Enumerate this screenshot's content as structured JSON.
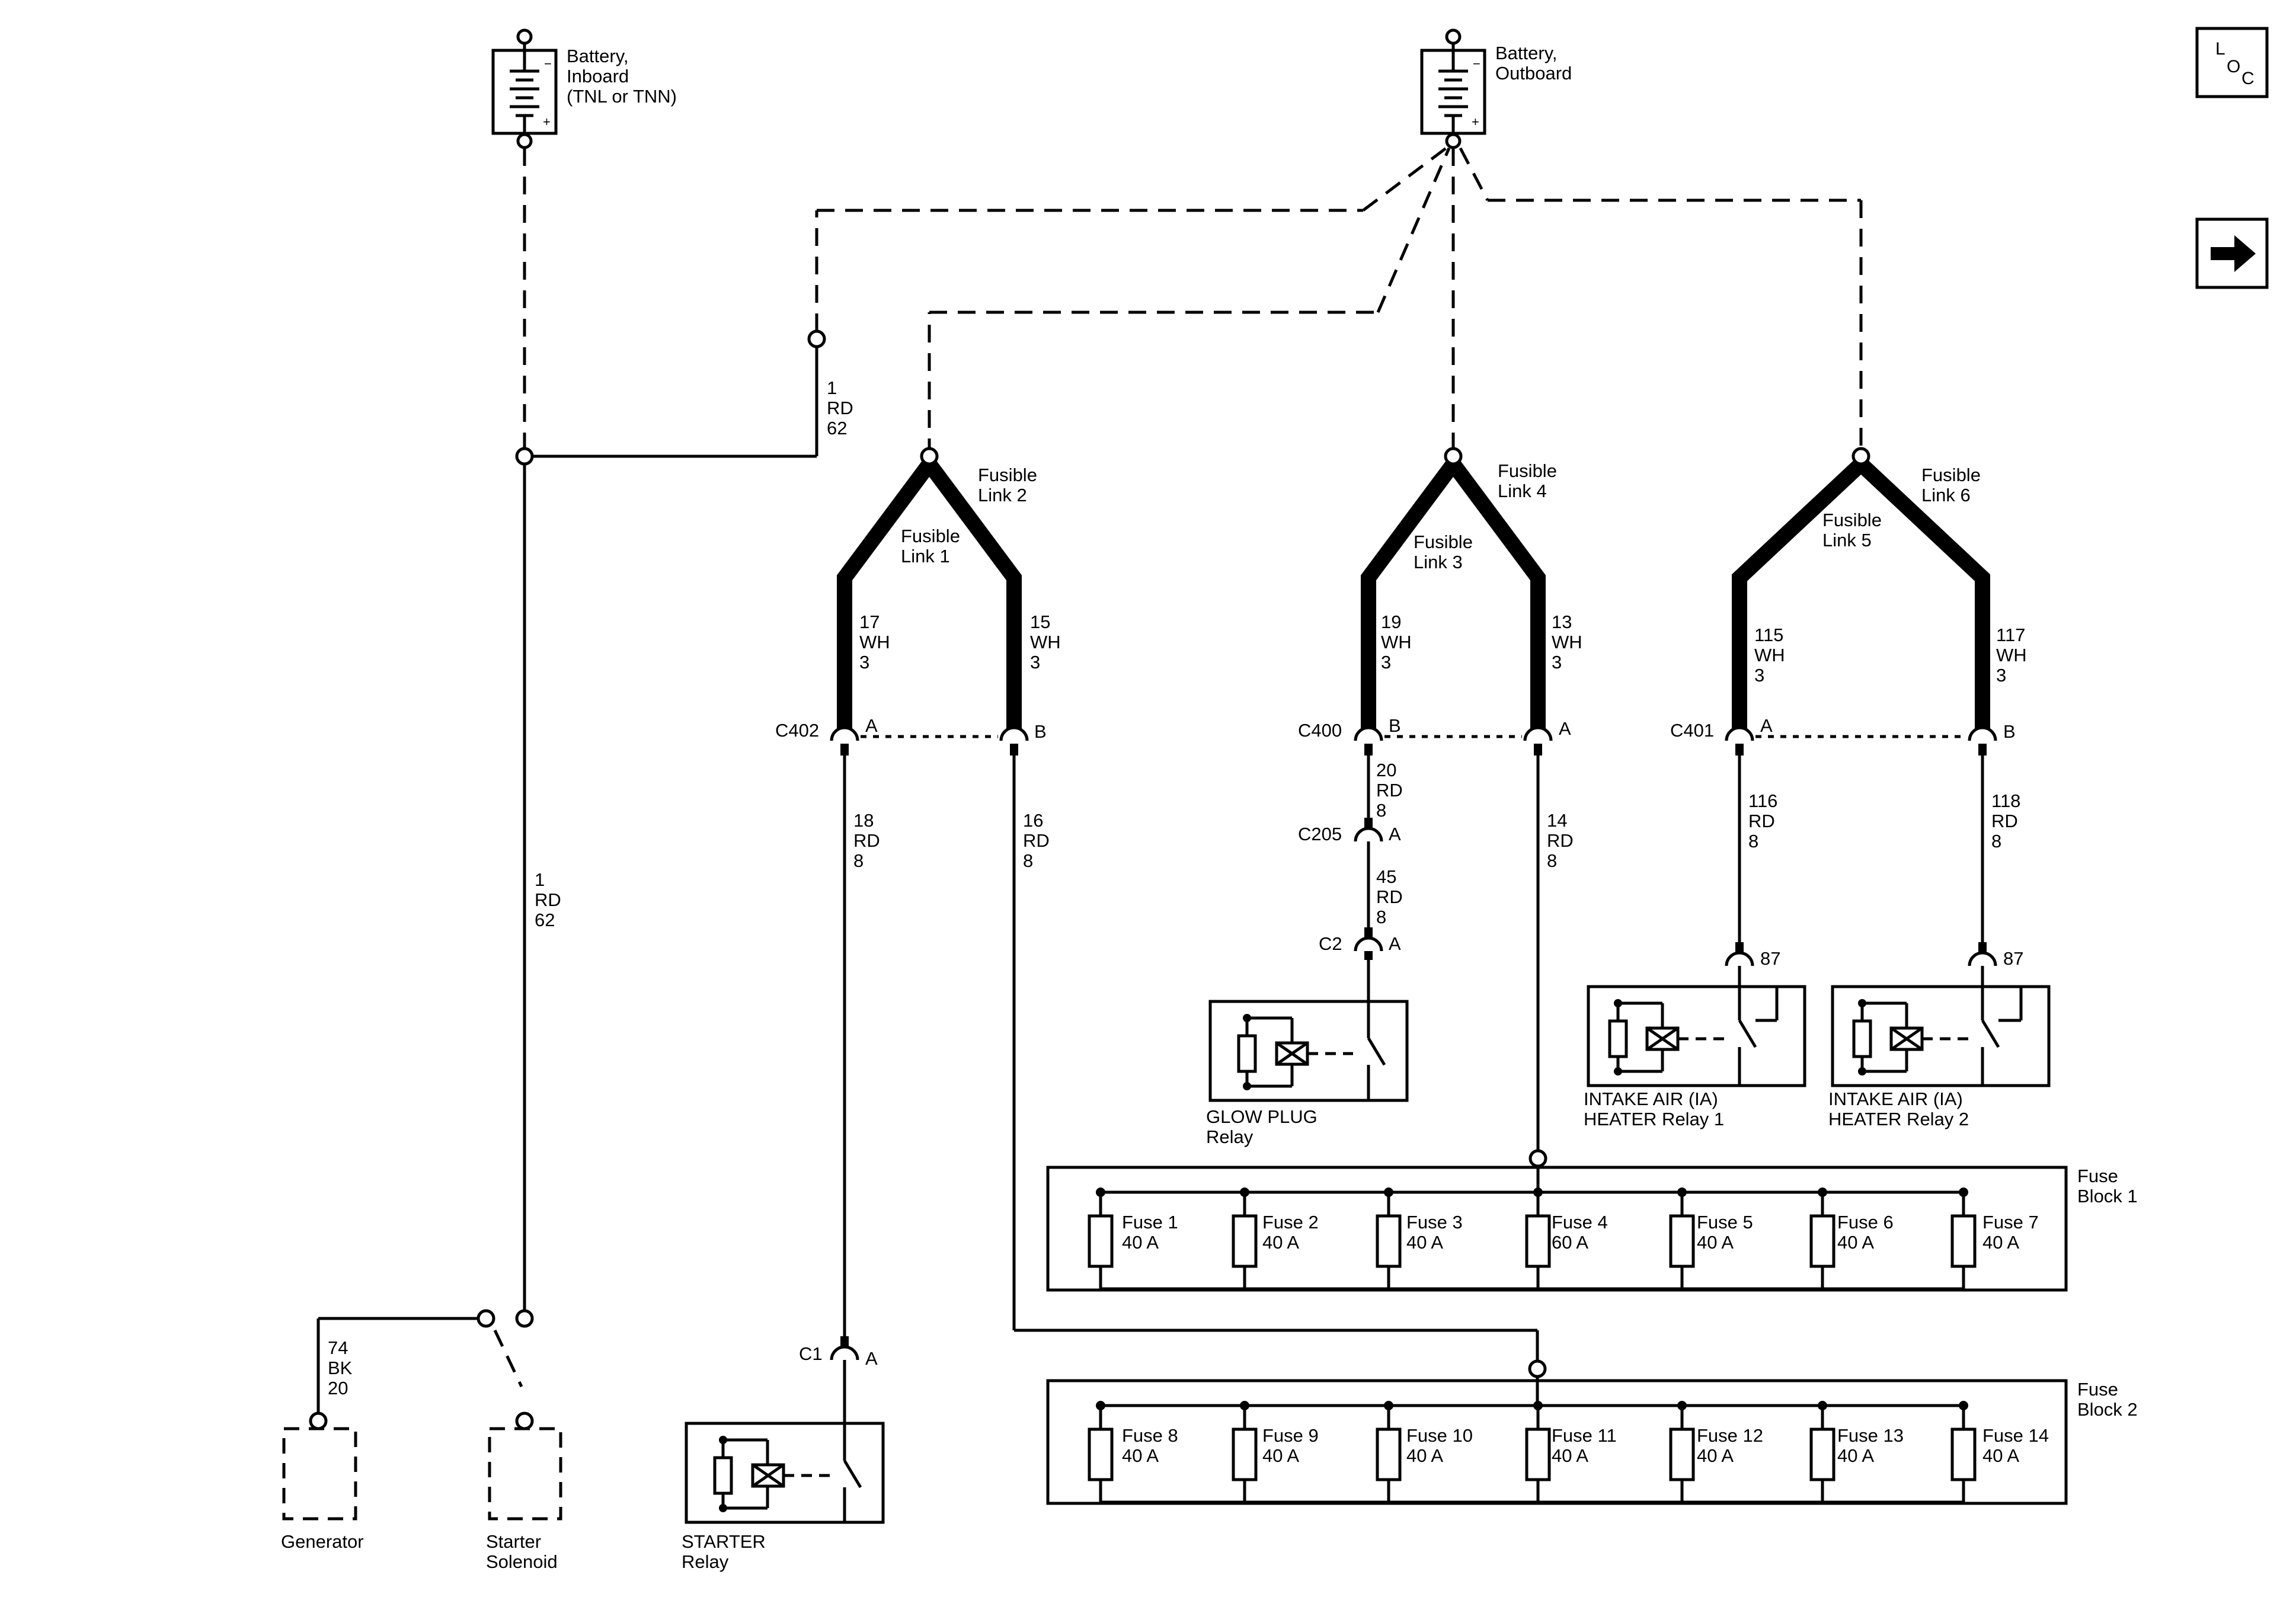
{
  "components": {
    "battery_inboard": [
      "Battery,",
      "Inboard",
      "(TNL or TNN)"
    ],
    "battery_outboard": [
      "Battery,",
      "Outboard"
    ],
    "generator": [
      "Generator"
    ],
    "starter_solenoid": [
      "Starter",
      "Solenoid"
    ],
    "starter_relay": [
      "STARTER",
      "Relay"
    ],
    "glow_plug_relay": [
      "GLOW PLUG",
      "Relay"
    ],
    "ia_heater_relay_1": [
      "INTAKE AIR (IA)",
      "HEATER Relay 1"
    ],
    "ia_heater_relay_2": [
      "INTAKE AIR (IA)",
      "HEATER Relay 2"
    ],
    "fuse_block_1": [
      "Fuse",
      "Block 1"
    ],
    "fuse_block_2": [
      "Fuse",
      "Block 2"
    ],
    "battery_minus": "−",
    "battery_plus": "+"
  },
  "fusible_links": {
    "link1": [
      "Fusible",
      "Link 1"
    ],
    "link2": [
      "Fusible",
      "Link 2"
    ],
    "link3": [
      "Fusible",
      "Link 3"
    ],
    "link4": [
      "Fusible",
      "Link 4"
    ],
    "link5": [
      "Fusible",
      "Link 5"
    ],
    "link6": [
      "Fusible",
      "Link 6"
    ]
  },
  "wires": {
    "w1_top": [
      "1",
      "RD",
      "62"
    ],
    "w1_main": [
      "1",
      "RD",
      "62"
    ],
    "w74": [
      "74",
      "BK",
      "20"
    ],
    "w17": [
      "17",
      "WH",
      "3"
    ],
    "w15": [
      "15",
      "WH",
      "3"
    ],
    "w19": [
      "19",
      "WH",
      "3"
    ],
    "w13": [
      "13",
      "WH",
      "3"
    ],
    "w115": [
      "115",
      "WH",
      "3"
    ],
    "w117": [
      "117",
      "WH",
      "3"
    ],
    "w18": [
      "18",
      "RD",
      "8"
    ],
    "w16": [
      "16",
      "RD",
      "8"
    ],
    "w20": [
      "20",
      "RD",
      "8"
    ],
    "w45": [
      "45",
      "RD",
      "8"
    ],
    "w14": [
      "14",
      "RD",
      "8"
    ],
    "w116": [
      "116",
      "RD",
      "8"
    ],
    "w118": [
      "118",
      "RD",
      "8"
    ]
  },
  "connectors": {
    "c402": "C402",
    "c402_a": "A",
    "c402_b": "B",
    "c400": "C400",
    "c400_b": "B",
    "c400_a": "A",
    "c401": "C401",
    "c401_a": "A",
    "c401_b": "B",
    "c205": "C205",
    "c205_a": "A",
    "c2": "C2",
    "c2_a": "A",
    "c1": "C1",
    "c1_a": "A",
    "pin87_1": "87",
    "pin87_2": "87"
  },
  "fuse_block_1_fuses": [
    {
      "name": "Fuse 1",
      "rating": "40 A"
    },
    {
      "name": "Fuse 2",
      "rating": "40 A"
    },
    {
      "name": "Fuse 3",
      "rating": "40 A"
    },
    {
      "name": "Fuse 4",
      "rating": "60 A"
    },
    {
      "name": "Fuse 5",
      "rating": "40 A"
    },
    {
      "name": "Fuse 6",
      "rating": "40 A"
    },
    {
      "name": "Fuse 7",
      "rating": "40 A"
    }
  ],
  "fuse_block_2_fuses": [
    {
      "name": "Fuse 8",
      "rating": "40 A"
    },
    {
      "name": "Fuse 9",
      "rating": "40 A"
    },
    {
      "name": "Fuse 10",
      "rating": "40 A"
    },
    {
      "name": "Fuse 11",
      "rating": "40 A"
    },
    {
      "name": "Fuse 12",
      "rating": "40 A"
    },
    {
      "name": "Fuse 13",
      "rating": "40 A"
    },
    {
      "name": "Fuse 14",
      "rating": "40 A"
    }
  ],
  "nav": {
    "loc": [
      "L",
      "O",
      "C"
    ]
  }
}
